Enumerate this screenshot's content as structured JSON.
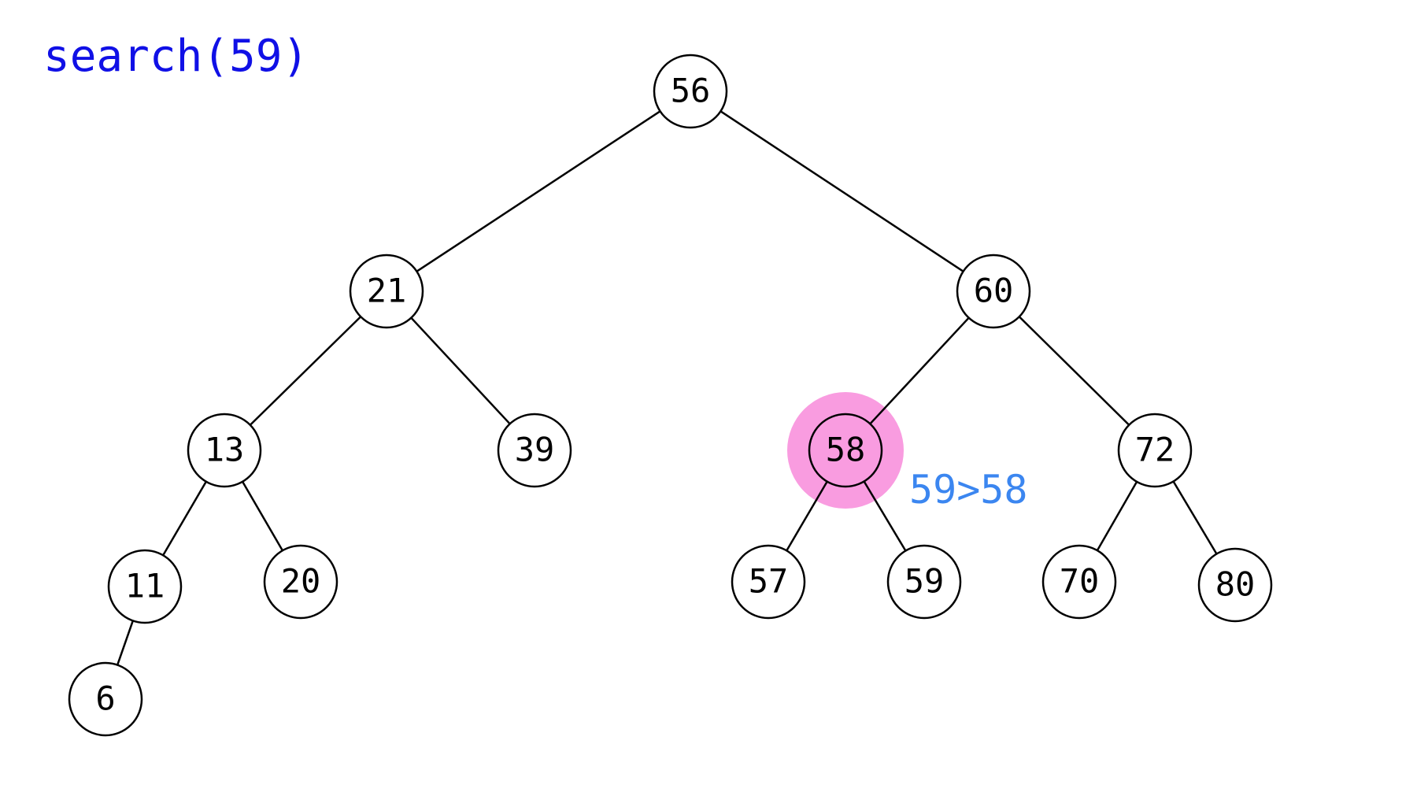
{
  "operation": {
    "label": "search(59)",
    "color": "#1010e6"
  },
  "comparison": {
    "label": "59>58",
    "color": "#3b86f0"
  },
  "tree": {
    "highlight_color": "#f99ce0",
    "highlighted_node": "58",
    "nodes": [
      {
        "id": "56",
        "label": "56"
      },
      {
        "id": "21",
        "label": "21"
      },
      {
        "id": "60",
        "label": "60"
      },
      {
        "id": "13",
        "label": "13"
      },
      {
        "id": "39",
        "label": "39"
      },
      {
        "id": "58",
        "label": "58"
      },
      {
        "id": "72",
        "label": "72"
      },
      {
        "id": "11",
        "label": "11"
      },
      {
        "id": "20",
        "label": "20"
      },
      {
        "id": "57",
        "label": "57"
      },
      {
        "id": "59",
        "label": "59"
      },
      {
        "id": "70",
        "label": "70"
      },
      {
        "id": "80",
        "label": "80"
      },
      {
        "id": "6",
        "label": "6"
      }
    ],
    "edges": [
      {
        "from": "56",
        "to": "21"
      },
      {
        "from": "56",
        "to": "60"
      },
      {
        "from": "21",
        "to": "13"
      },
      {
        "from": "21",
        "to": "39"
      },
      {
        "from": "60",
        "to": "58"
      },
      {
        "from": "60",
        "to": "72"
      },
      {
        "from": "13",
        "to": "11"
      },
      {
        "from": "13",
        "to": "20"
      },
      {
        "from": "58",
        "to": "57"
      },
      {
        "from": "58",
        "to": "59"
      },
      {
        "from": "72",
        "to": "70"
      },
      {
        "from": "72",
        "to": "80"
      },
      {
        "from": "11",
        "to": "6"
      }
    ]
  }
}
